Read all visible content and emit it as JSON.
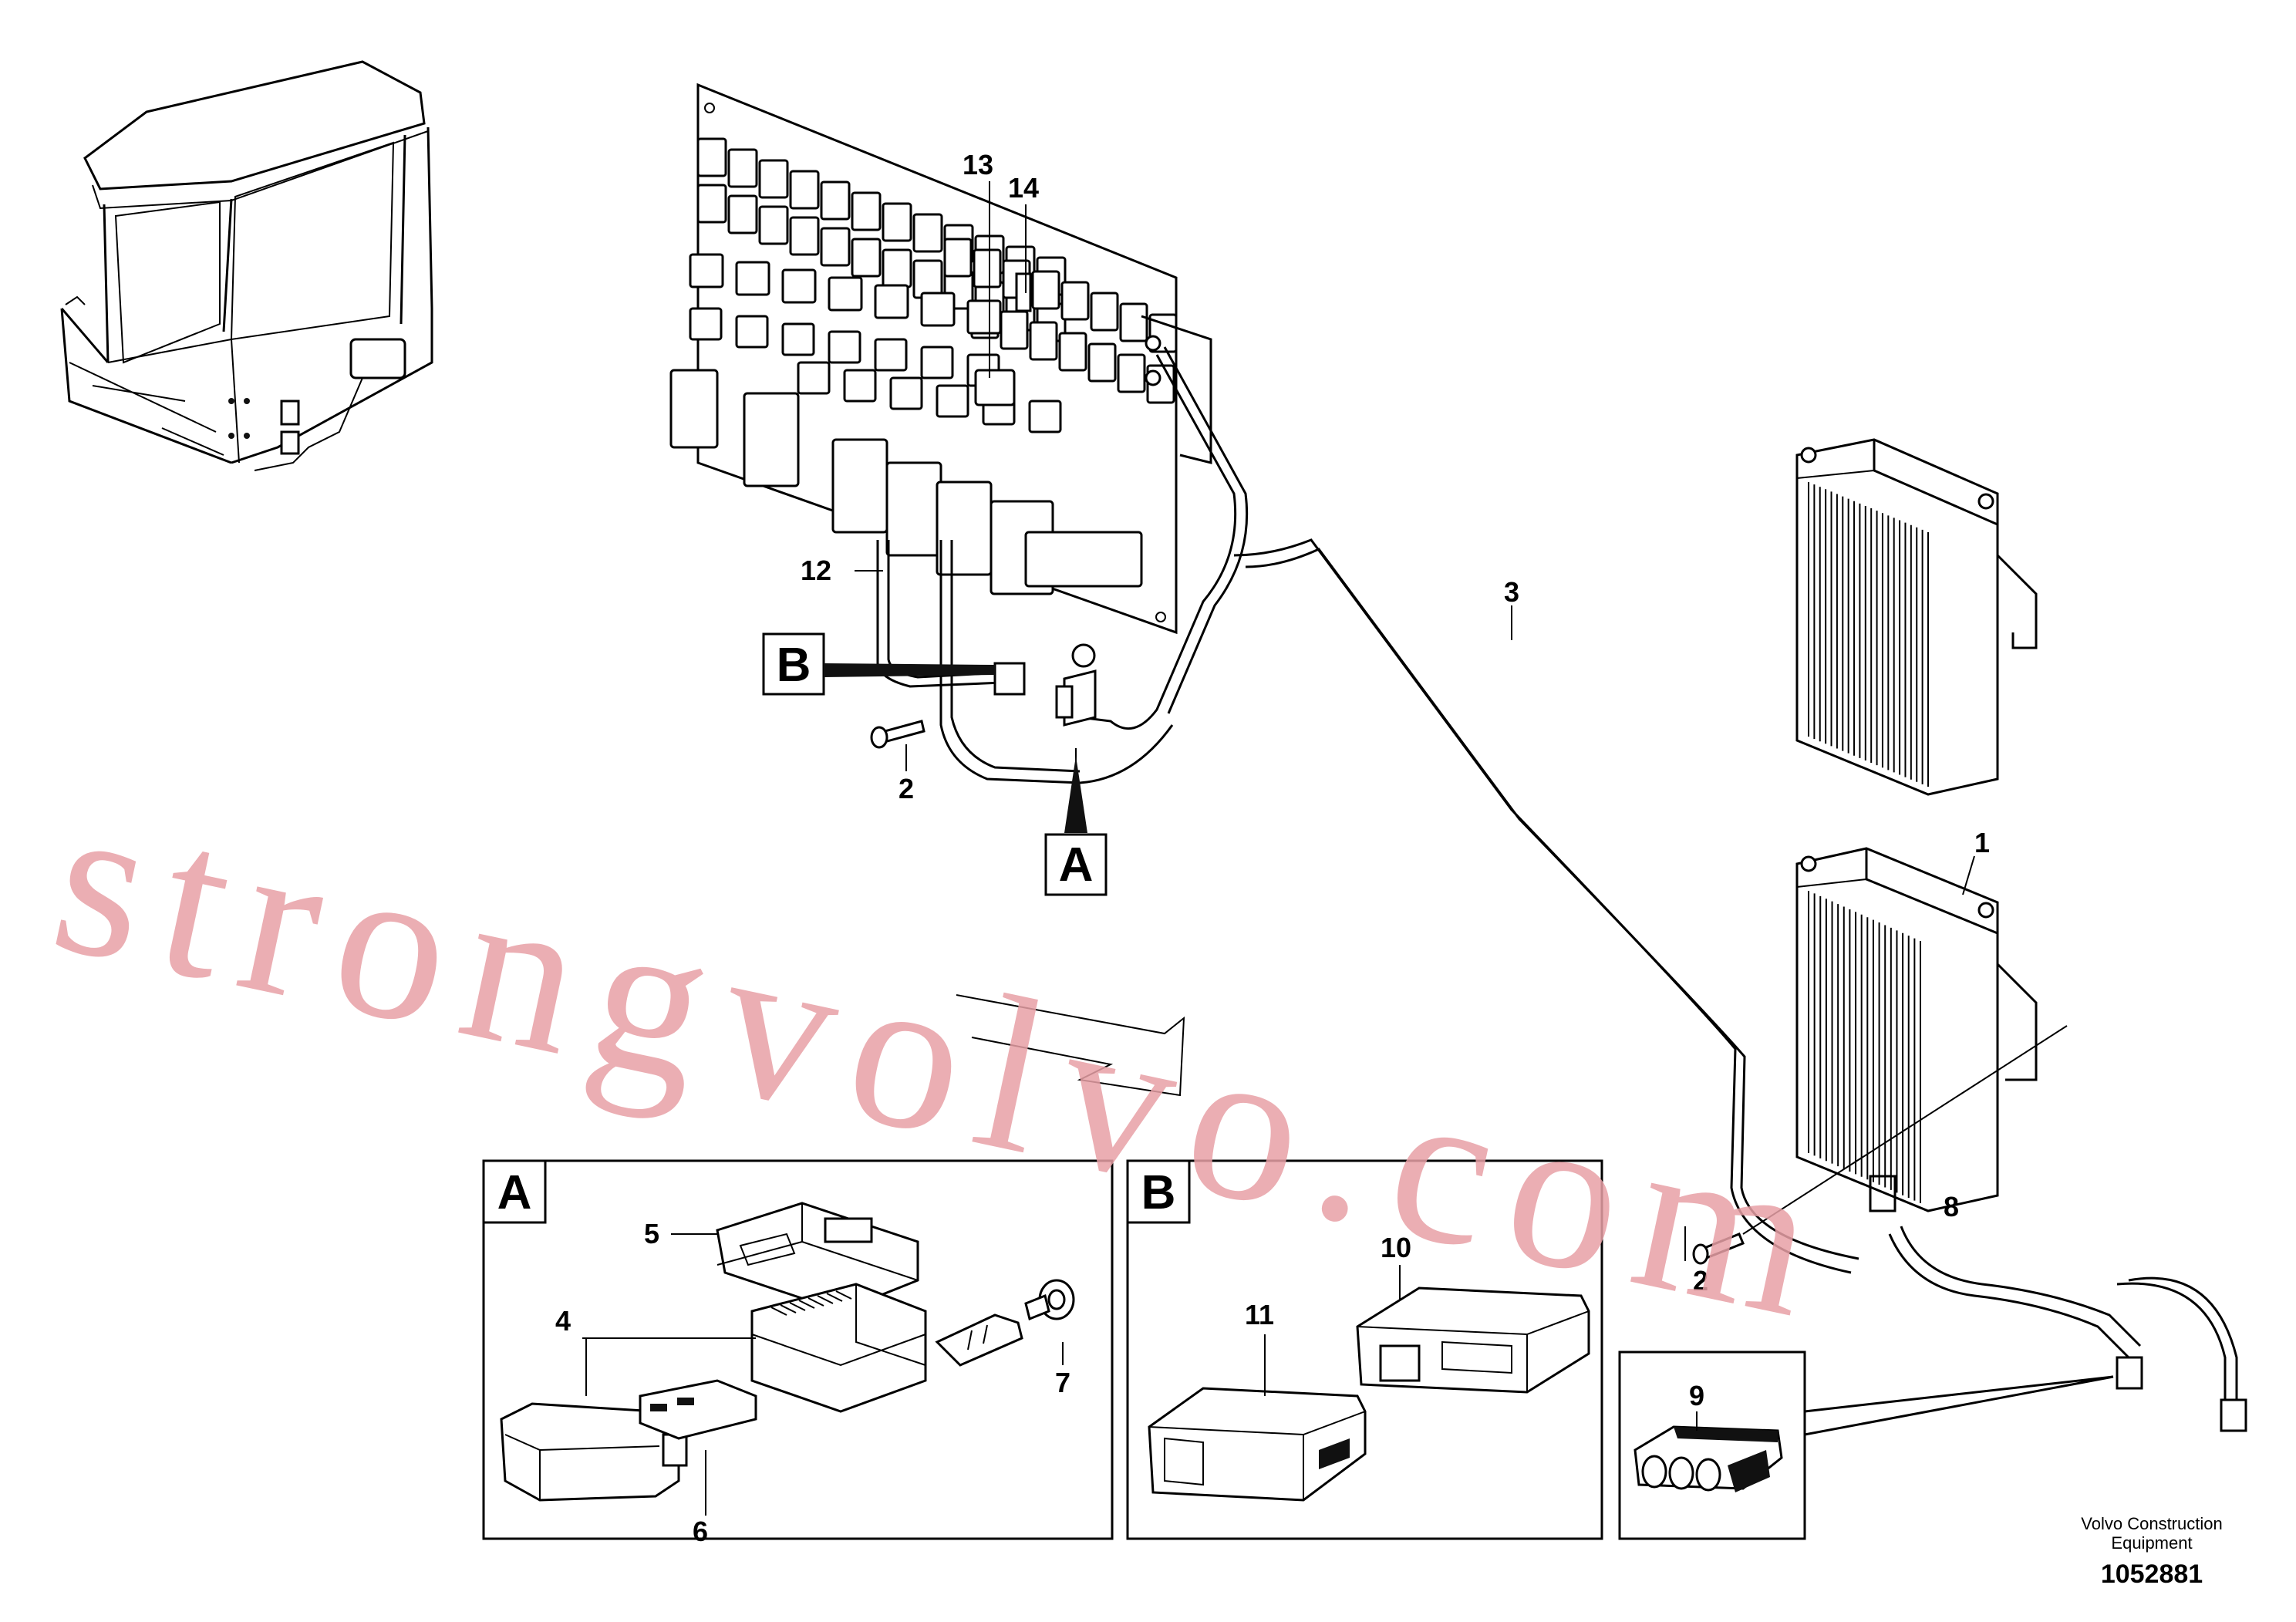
{
  "diagram": {
    "callouts": {
      "c1": "1",
      "c2a": "2",
      "c2b": "2",
      "c3": "3",
      "c4": "4",
      "c5": "5",
      "c6": "6",
      "c7": "7",
      "c8": "8",
      "c9": "9",
      "c10": "10",
      "c11": "11",
      "c12": "12",
      "c13": "13",
      "c14": "14"
    },
    "view_markers": {
      "A": "A",
      "B": "B"
    },
    "detail_boxes": {
      "A": "A",
      "B": "B"
    }
  },
  "watermark": "strongvolvo.com",
  "footer": {
    "company_line1": "Volvo Construction",
    "company_line2": "Equipment",
    "doc_number": "1052881"
  }
}
